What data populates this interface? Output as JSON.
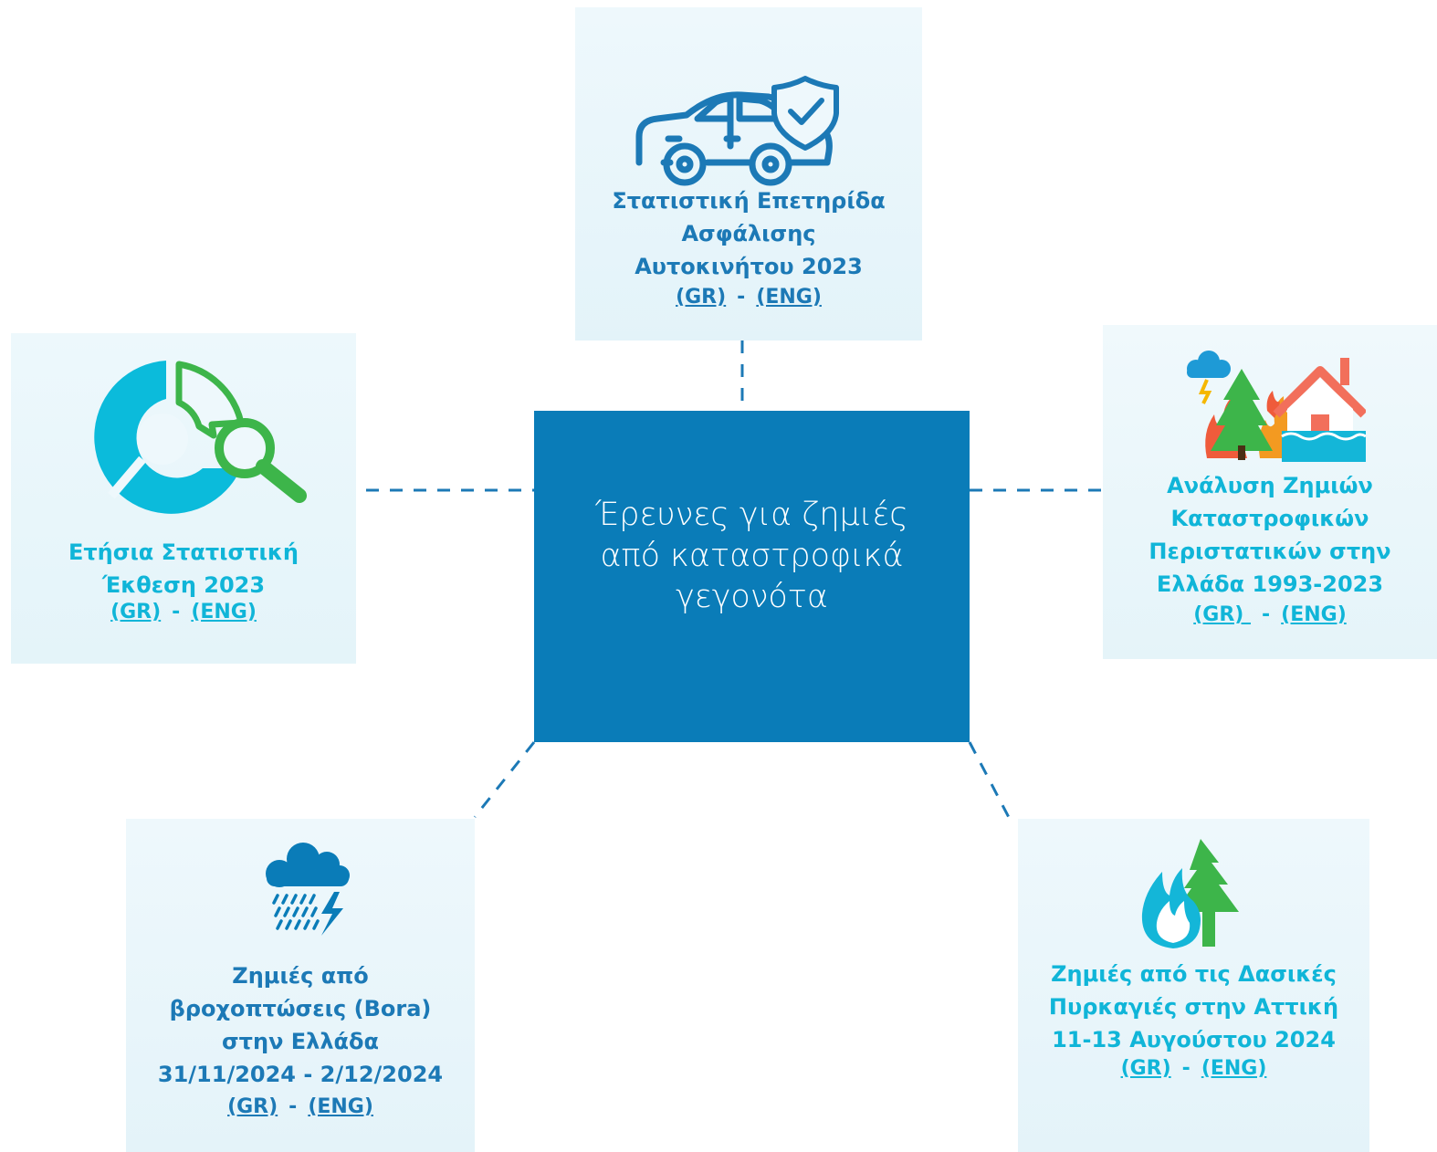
{
  "center": {
    "line1": "Έρευνες για ζημιές",
    "line2": "από καταστροφικά",
    "line3": "γεγονότα"
  },
  "colors": {
    "center_box": "#0a7cb8",
    "dark_blue_text": "#1c79b6",
    "cyan_text": "#10b5d8",
    "connector": "#1c79b6",
    "card_bg": "#e6f4f9"
  },
  "cards": {
    "top": {
      "icon": "car-shield-icon",
      "title_lines": [
        "Στατιστική Επετηρίδα",
        "Ασφάλισης",
        "Αυτοκινήτου 2023"
      ],
      "link_gr": "(GR)",
      "separator": "-",
      "link_eng": "(ENG)"
    },
    "left": {
      "icon": "pie-chart-magnifier-icon",
      "title_lines": [
        "Ετήσια Στατιστική",
        "Έκθεση 2023"
      ],
      "link_gr": "(GR)",
      "separator": "-",
      "link_eng": "(ENG)"
    },
    "right": {
      "icon": "storm-fire-flood-house-icon",
      "title_lines": [
        "Ανάλυση Ζημιών",
        "Καταστροφικών",
        "Περιστατικών στην",
        "Ελλάδα 1993-2023"
      ],
      "link_gr": "(GR) ",
      "separator": "-",
      "link_eng": "(ENG)"
    },
    "bottom_left": {
      "icon": "rain-storm-cloud-icon",
      "title_lines": [
        "Ζημιές από",
        "βροχοπτώσεις (Bora)",
        "στην Ελλάδα",
        "31/11/2024 - 2/12/2024"
      ],
      "link_gr": "(GR)",
      "separator": "-",
      "link_eng": "(ENG)"
    },
    "bottom_right": {
      "icon": "forest-fire-icon",
      "title_lines": [
        "Ζημιές από τις Δασικές",
        "Πυρκαγιές στην Αττική",
        "11-13 Αυγούστου 2024"
      ],
      "link_gr": "(GR)",
      "separator": "-",
      "link_eng": "(ENG)"
    }
  }
}
